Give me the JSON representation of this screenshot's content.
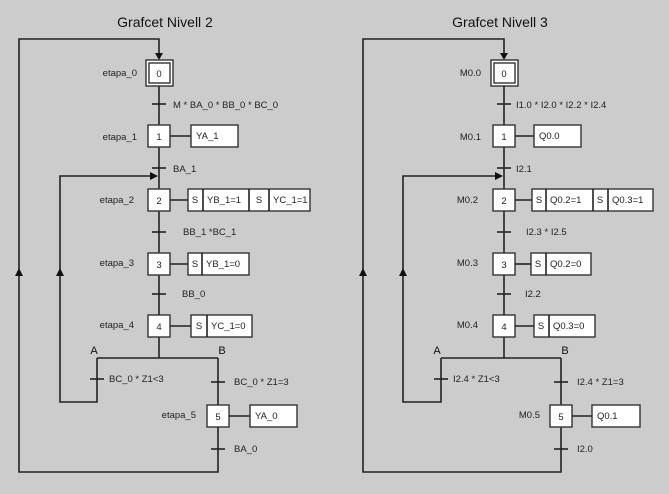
{
  "grafcets": [
    {
      "title": "Grafcet Nivell 2",
      "steps": [
        {
          "num": "0",
          "name": "etapa_0",
          "initial": true
        },
        {
          "num": "1",
          "name": "etapa_1",
          "actions": [
            {
              "text": "YA_1"
            }
          ]
        },
        {
          "num": "2",
          "name": "etapa_2",
          "actions": [
            {
              "q": "S",
              "text": "YB_1=1"
            },
            {
              "q": "S",
              "text": "YC_1=1"
            }
          ]
        },
        {
          "num": "3",
          "name": "etapa_3",
          "actions": [
            {
              "q": "S",
              "text": "YB_1=0"
            }
          ]
        },
        {
          "num": "4",
          "name": "etapa_4",
          "actions": [
            {
              "q": "S",
              "text": "YC_1=0"
            }
          ]
        },
        {
          "num": "5",
          "name": "etapa_5",
          "actions": [
            {
              "text": "YA_0"
            }
          ]
        }
      ],
      "transitions": {
        "t01": "M * BA_0 * BB_0 * BC_0",
        "t12": "BA_1",
        "t23": "BB_1 *BC_1",
        "t34": "BB_0",
        "tA": "BC_0 * Z1<3",
        "tB": "BC_0 * Z1=3",
        "t50": "BA_0"
      },
      "branch_labels": {
        "a": "A",
        "b": "B"
      }
    },
    {
      "title": "Grafcet Nivell 3",
      "steps": [
        {
          "num": "0",
          "name": "M0.0",
          "initial": true
        },
        {
          "num": "1",
          "name": "M0.1",
          "actions": [
            {
              "text": "Q0.0"
            }
          ]
        },
        {
          "num": "2",
          "name": "M0.2",
          "actions": [
            {
              "q": "S",
              "text": "Q0.2=1"
            },
            {
              "q": "S",
              "text": "Q0.3=1"
            }
          ]
        },
        {
          "num": "3",
          "name": "M0.3",
          "actions": [
            {
              "q": "S",
              "text": "Q0.2=0"
            }
          ]
        },
        {
          "num": "4",
          "name": "M0.4",
          "actions": [
            {
              "q": "S",
              "text": "Q0.3=0"
            }
          ]
        },
        {
          "num": "5",
          "name": "M0.5",
          "actions": [
            {
              "text": "Q0.1"
            }
          ]
        }
      ],
      "transitions": {
        "t01": "I1.0 * I2.0 * I2.2 * I2.4",
        "t12": "I2.1",
        "t23": "I2.3 * I2.5",
        "t34": "I2.2",
        "tA": "I2.4 * Z1<3",
        "tB": "I2.4 * Z1=3",
        "t50": "I2.0"
      },
      "branch_labels": {
        "a": "A",
        "b": "B"
      }
    }
  ]
}
